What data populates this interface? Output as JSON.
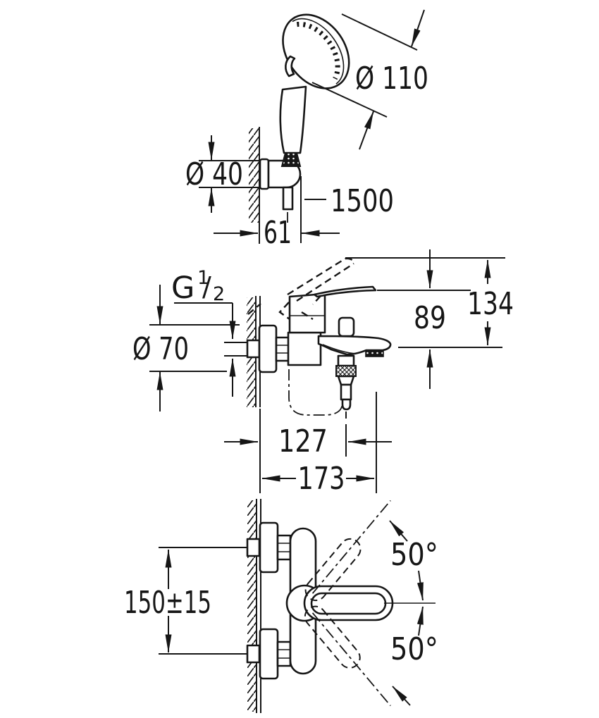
{
  "canvas": {
    "background": "#ffffff",
    "line_color": "#161616"
  },
  "labels": {
    "head_diameter": "Ø 110",
    "holder_diameter": "Ø 40",
    "hose_length": "1500",
    "holder_projection": "61",
    "thread": {
      "prefix": "G",
      "numerator": "1",
      "slash": "/",
      "denominator": "2"
    },
    "rosette_diameter": "Ø 70",
    "spout_height": "89",
    "overall_height": "134",
    "wall_to_hose_outlet": "127",
    "wall_to_spout_tip": "173",
    "pipe_center_distance": "150±15",
    "lever_swing_upper": "50°",
    "lever_swing_lower": "50°"
  }
}
